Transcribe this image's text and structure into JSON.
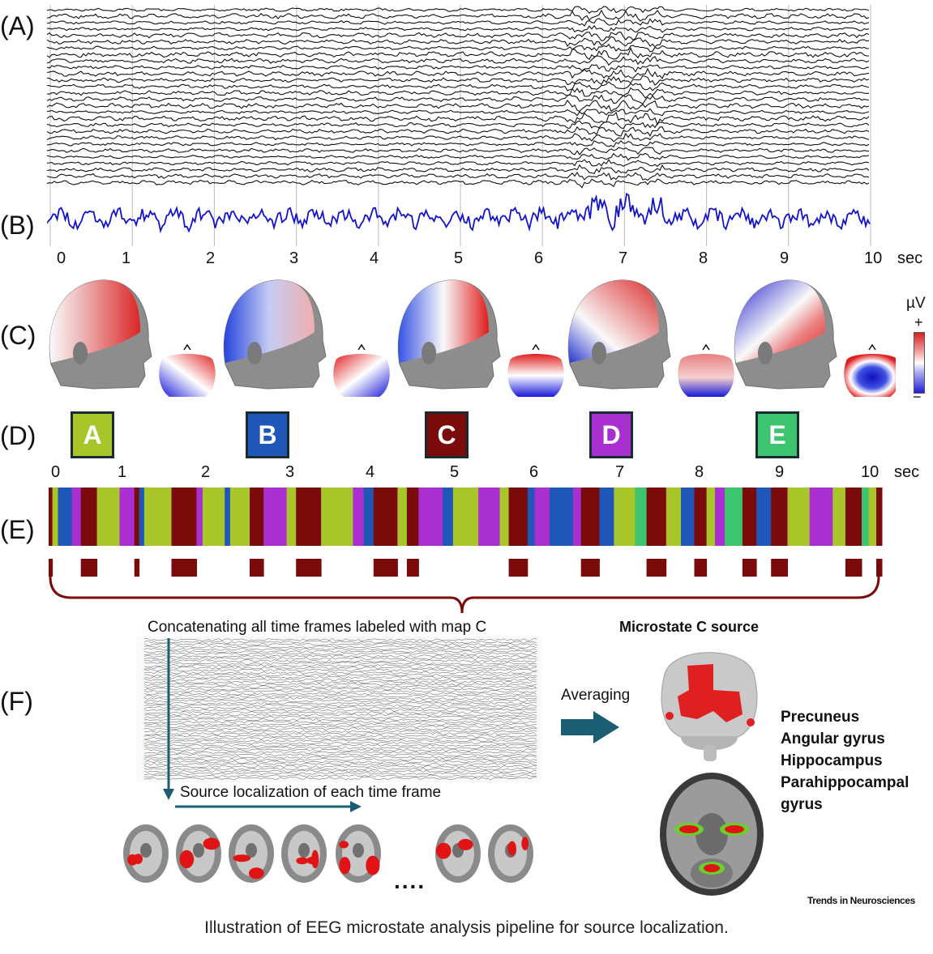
{
  "panel_labels": [
    "(A)",
    "(B)",
    "(C)",
    "(D)",
    "(E)",
    "(F)"
  ],
  "time_axis": {
    "ticks": [
      "0",
      "1",
      "2",
      "3",
      "4",
      "5",
      "6",
      "7",
      "8",
      "9",
      "10"
    ],
    "unit": "sec"
  },
  "colorbar": {
    "unit": "µV",
    "plus": "+",
    "minus": "−"
  },
  "microstates": [
    {
      "label": "A",
      "color": "#a8c62a"
    },
    {
      "label": "B",
      "color": "#1e57b8"
    },
    {
      "label": "C",
      "color": "#7b0b0b"
    },
    {
      "label": "D",
      "color": "#a92fd0"
    },
    {
      "label": "E",
      "color": "#3cc46e"
    }
  ],
  "state_sequence": [
    "C",
    "A",
    "B",
    "D",
    "C",
    "A",
    "D",
    "C",
    "B",
    "A",
    "C",
    "D",
    "A",
    "B",
    "A",
    "C",
    "D",
    "A",
    "C",
    "A",
    "A",
    "D",
    "B",
    "C",
    "A",
    "C",
    "D",
    "B",
    "A",
    "D",
    "A",
    "C",
    "B",
    "D",
    "B",
    "D",
    "C",
    "B",
    "A",
    "E",
    "C",
    "A",
    "B",
    "C",
    "A",
    "D",
    "E",
    "C",
    "B",
    "C",
    "A",
    "D",
    "A",
    "C",
    "E",
    "A",
    "C"
  ],
  "panel_f": {
    "concat_label": "Concatenating all time frames labeled with map C",
    "source_label": "Source localization of each time frame",
    "averaging_label": "Averaging",
    "ellipsis": "....",
    "result_title": "Microstate C source",
    "regions": [
      "Precuneus",
      "Angular gyrus",
      "Hippocampus",
      "Parahippocampal",
      "gyrus"
    ]
  },
  "journal": "Trends in Neurosciences",
  "caption": "Illustration of EEG microstate analysis pipeline for source localization."
}
